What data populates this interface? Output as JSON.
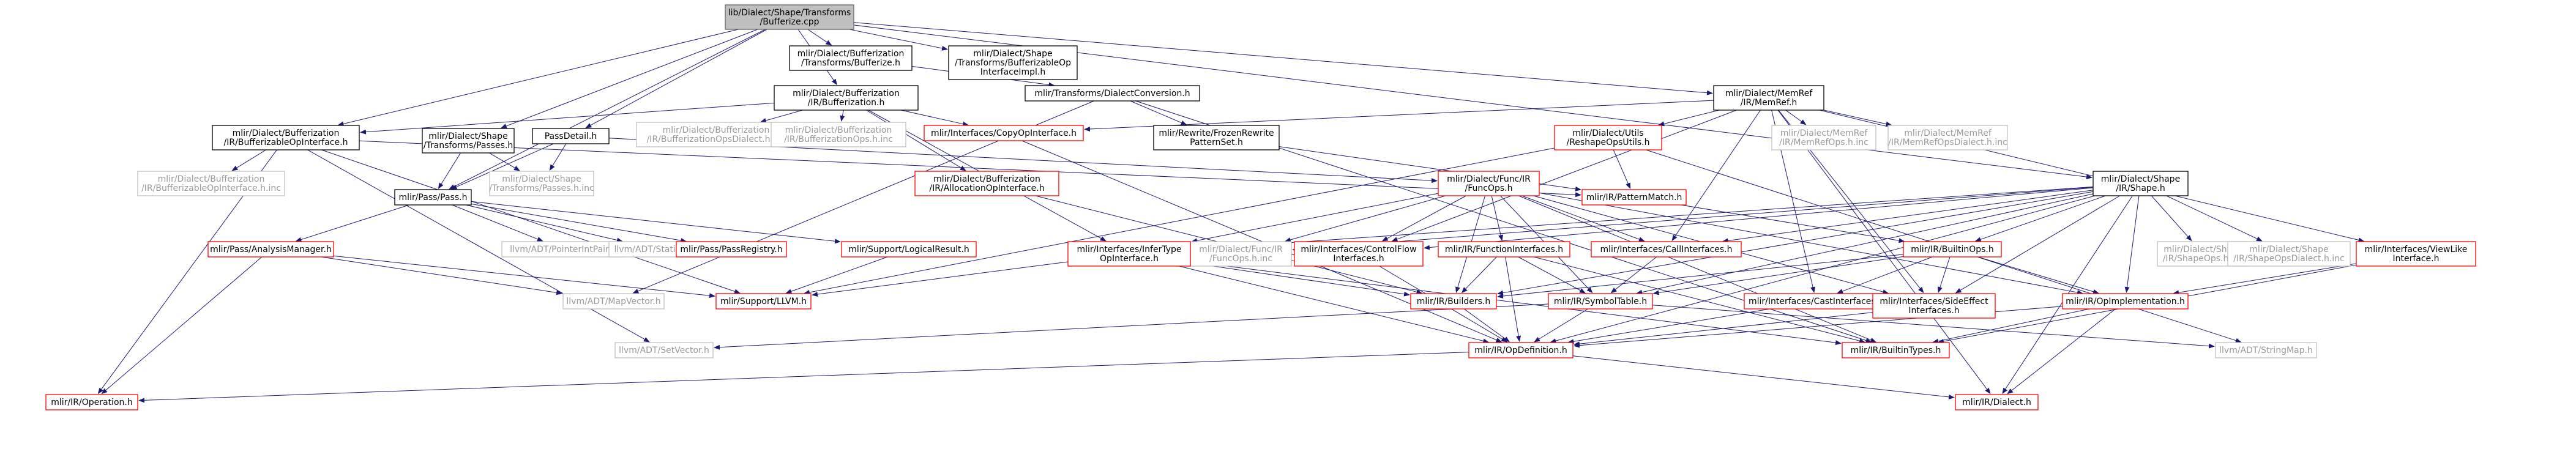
{
  "graph": {
    "nodes": [
      {
        "id": "root",
        "lines": [
          "lib/Dialect/Shape/Transforms",
          "/Bufferize.cpp"
        ],
        "color": "#666666",
        "fill": "#bfbfbf",
        "text": "#000000"
      },
      {
        "id": "n_bufopintf",
        "lines": [
          "mlir/Dialect/Bufferization",
          "/IR/BufferizableOpInterface.h"
        ],
        "color": "#000000",
        "fill": "#ffffff",
        "text": "#000000"
      },
      {
        "id": "n_shapepasses",
        "lines": [
          "mlir/Dialect/Shape",
          "/Transforms/Passes.h"
        ],
        "color": "#000000",
        "fill": "#ffffff",
        "text": "#000000"
      },
      {
        "id": "n_passdetail",
        "lines": [
          "PassDetail.h"
        ],
        "color": "#000000",
        "fill": "#ffffff",
        "text": "#000000"
      },
      {
        "id": "n_bufferization",
        "lines": [
          "mlir/Dialect/Bufferization",
          "/IR/Bufferization.h"
        ],
        "color": "#000000",
        "fill": "#ffffff",
        "text": "#000000"
      },
      {
        "id": "n_buftransbuf",
        "lines": [
          "mlir/Dialect/Bufferization",
          "/Transforms/Bufferize.h"
        ],
        "color": "#000000",
        "fill": "#ffffff",
        "text": "#000000"
      },
      {
        "id": "n_shapeimpl",
        "lines": [
          "mlir/Dialect/Shape",
          "/Transforms/BufferizableOp",
          "InterfaceImpl.h"
        ],
        "color": "#000000",
        "fill": "#ffffff",
        "text": "#000000"
      },
      {
        "id": "n_dialectconv",
        "lines": [
          "mlir/Transforms/DialectConversion.h"
        ],
        "color": "#000000",
        "fill": "#ffffff",
        "text": "#000000"
      },
      {
        "id": "n_memref",
        "lines": [
          "mlir/Dialect/MemRef",
          "/IR/MemRef.h"
        ],
        "color": "#000000",
        "fill": "#ffffff",
        "text": "#000000"
      },
      {
        "id": "n_shape",
        "lines": [
          "mlir/Dialect/Shape",
          "/IR/Shape.h"
        ],
        "color": "#000000",
        "fill": "#ffffff",
        "text": "#000000"
      },
      {
        "id": "n_bufopintf_inc",
        "lines": [
          "mlir/Dialect/Bufferization",
          "/IR/BufferizableOpInterface.h.inc"
        ],
        "color": "#bfbfbf",
        "fill": "#ffffff",
        "text": "#999999"
      },
      {
        "id": "n_passpass",
        "lines": [
          "mlir/Pass/Pass.h"
        ],
        "color": "#000000",
        "fill": "#ffffff",
        "text": "#000000"
      },
      {
        "id": "n_shapepasses_inc",
        "lines": [
          "mlir/Dialect/Shape",
          "/Transforms/Passes.h.inc"
        ],
        "color": "#bfbfbf",
        "fill": "#ffffff",
        "text": "#999999"
      },
      {
        "id": "n_bufdialect_inc",
        "lines": [
          "mlir/Dialect/Bufferization",
          "/IR/BufferizationOpsDialect.h.inc"
        ],
        "color": "#bfbfbf",
        "fill": "#ffffff",
        "text": "#999999"
      },
      {
        "id": "n_bufops_inc",
        "lines": [
          "mlir/Dialect/Bufferization",
          "/IR/BufferizationOps.h.inc"
        ],
        "color": "#bfbfbf",
        "fill": "#ffffff",
        "text": "#999999"
      },
      {
        "id": "n_copyop",
        "lines": [
          "mlir/Interfaces/CopyOpInterface.h"
        ],
        "color": "#ff0000",
        "fill": "#ffffff",
        "text": "#000000"
      },
      {
        "id": "n_frozen",
        "lines": [
          "mlir/Rewrite/FrozenRewrite",
          "PatternSet.h"
        ],
        "color": "#000000",
        "fill": "#ffffff",
        "text": "#000000"
      },
      {
        "id": "n_reshape",
        "lines": [
          "mlir/Dialect/Utils",
          "/ReshapeOpsUtils.h"
        ],
        "color": "#ff0000",
        "fill": "#ffffff",
        "text": "#000000"
      },
      {
        "id": "n_memrefops_inc",
        "lines": [
          "mlir/Dialect/MemRef",
          "/IR/MemRefOps.h.inc"
        ],
        "color": "#bfbfbf",
        "fill": "#ffffff",
        "text": "#999999"
      },
      {
        "id": "n_memrefdialect_inc",
        "lines": [
          "mlir/Dialect/MemRef",
          "/IR/MemRefOpsDialect.h.inc"
        ],
        "color": "#bfbfbf",
        "fill": "#ffffff",
        "text": "#999999"
      },
      {
        "id": "n_allocop",
        "lines": [
          "mlir/Dialect/Bufferization",
          "/IR/AllocationOpInterface.h"
        ],
        "color": "#ff0000",
        "fill": "#ffffff",
        "text": "#000000"
      },
      {
        "id": "n_patternmatch",
        "lines": [
          "mlir/IR/PatternMatch.h"
        ],
        "color": "#ff0000",
        "fill": "#ffffff",
        "text": "#000000"
      },
      {
        "id": "n_funcops",
        "lines": [
          "mlir/Dialect/Func/IR",
          "/FuncOps.h"
        ],
        "color": "#ff0000",
        "fill": "#ffffff",
        "text": "#000000"
      },
      {
        "id": "n_analysismgr",
        "lines": [
          "mlir/Pass/AnalysisManager.h"
        ],
        "color": "#ff0000",
        "fill": "#ffffff",
        "text": "#000000"
      },
      {
        "id": "n_pointerint",
        "lines": [
          "llvm/ADT/PointerIntPair.h"
        ],
        "color": "#bfbfbf",
        "fill": "#ffffff",
        "text": "#999999"
      },
      {
        "id": "n_statistic",
        "lines": [
          "llvm/ADT/Statistic.h"
        ],
        "color": "#bfbfbf",
        "fill": "#ffffff",
        "text": "#999999"
      },
      {
        "id": "n_passregistry",
        "lines": [
          "mlir/Pass/PassRegistry.h"
        ],
        "color": "#ff0000",
        "fill": "#ffffff",
        "text": "#000000"
      },
      {
        "id": "n_logicalresult",
        "lines": [
          "mlir/Support/LogicalResult.h"
        ],
        "color": "#ff0000",
        "fill": "#ffffff",
        "text": "#000000"
      },
      {
        "id": "n_funcops_inc",
        "lines": [
          "mlir/Dialect/Func/IR",
          "/FuncOps.h.inc"
        ],
        "color": "#bfbfbf",
        "fill": "#ffffff",
        "text": "#999999"
      },
      {
        "id": "n_infertype",
        "lines": [
          "mlir/Interfaces/InferType",
          "OpInterface.h"
        ],
        "color": "#ff0000",
        "fill": "#ffffff",
        "text": "#000000"
      },
      {
        "id": "n_controlflow",
        "lines": [
          "mlir/Interfaces/ControlFlow",
          "Interfaces.h"
        ],
        "color": "#ff0000",
        "fill": "#ffffff",
        "text": "#000000"
      },
      {
        "id": "n_funcintf",
        "lines": [
          "mlir/IR/FunctionInterfaces.h"
        ],
        "color": "#ff0000",
        "fill": "#ffffff",
        "text": "#000000"
      },
      {
        "id": "n_callintf",
        "lines": [
          "mlir/Interfaces/CallInterfaces.h"
        ],
        "color": "#ff0000",
        "fill": "#ffffff",
        "text": "#000000"
      },
      {
        "id": "n_builtinops",
        "lines": [
          "mlir/IR/BuiltinOps.h"
        ],
        "color": "#ff0000",
        "fill": "#ffffff",
        "text": "#000000"
      },
      {
        "id": "n_shapeops_inc",
        "lines": [
          "mlir/Dialect/Shape",
          "/IR/ShapeOps.h.inc"
        ],
        "color": "#bfbfbf",
        "fill": "#ffffff",
        "text": "#999999"
      },
      {
        "id": "n_shapedialect_inc",
        "lines": [
          "mlir/Dialect/Shape",
          "/IR/ShapeOpsDialect.h.inc"
        ],
        "color": "#bfbfbf",
        "fill": "#ffffff",
        "text": "#999999"
      },
      {
        "id": "n_viewlike",
        "lines": [
          "mlir/Interfaces/ViewLike",
          "Interface.h"
        ],
        "color": "#ff0000",
        "fill": "#ffffff",
        "text": "#000000"
      },
      {
        "id": "n_mapvector",
        "lines": [
          "llvm/ADT/MapVector.h"
        ],
        "color": "#bfbfbf",
        "fill": "#ffffff",
        "text": "#999999"
      },
      {
        "id": "n_llvm",
        "lines": [
          "mlir/Support/LLVM.h"
        ],
        "color": "#ff0000",
        "fill": "#ffffff",
        "text": "#000000"
      },
      {
        "id": "n_builders",
        "lines": [
          "mlir/IR/Builders.h"
        ],
        "color": "#ff0000",
        "fill": "#ffffff",
        "text": "#000000"
      },
      {
        "id": "n_symboltable",
        "lines": [
          "mlir/IR/SymbolTable.h"
        ],
        "color": "#ff0000",
        "fill": "#ffffff",
        "text": "#000000"
      },
      {
        "id": "n_castintf",
        "lines": [
          "mlir/Interfaces/CastInterfaces.h"
        ],
        "color": "#ff0000",
        "fill": "#ffffff",
        "text": "#000000"
      },
      {
        "id": "n_sideeffect",
        "lines": [
          "mlir/Interfaces/SideEffect",
          "Interfaces.h"
        ],
        "color": "#ff0000",
        "fill": "#ffffff",
        "text": "#000000"
      },
      {
        "id": "n_opimpl",
        "lines": [
          "mlir/IR/OpImplementation.h"
        ],
        "color": "#ff0000",
        "fill": "#ffffff",
        "text": "#000000"
      },
      {
        "id": "n_setvector",
        "lines": [
          "llvm/ADT/SetVector.h"
        ],
        "color": "#bfbfbf",
        "fill": "#ffffff",
        "text": "#999999"
      },
      {
        "id": "n_opdef",
        "lines": [
          "mlir/IR/OpDefinition.h"
        ],
        "color": "#ff0000",
        "fill": "#ffffff",
        "text": "#000000"
      },
      {
        "id": "n_builtintypes",
        "lines": [
          "mlir/IR/BuiltinTypes.h"
        ],
        "color": "#ff0000",
        "fill": "#ffffff",
        "text": "#000000"
      },
      {
        "id": "n_stringmap",
        "lines": [
          "llvm/ADT/StringMap.h"
        ],
        "color": "#bfbfbf",
        "fill": "#ffffff",
        "text": "#999999"
      },
      {
        "id": "n_operation",
        "lines": [
          "mlir/IR/Operation.h"
        ],
        "color": "#ff0000",
        "fill": "#ffffff",
        "text": "#000000"
      },
      {
        "id": "n_dialect",
        "lines": [
          "mlir/IR/Dialect.h"
        ],
        "color": "#ff0000",
        "fill": "#ffffff",
        "text": "#000000"
      }
    ],
    "edges": [
      [
        "root",
        "n_bufopintf"
      ],
      [
        "root",
        "n_shapepasses"
      ],
      [
        "root",
        "n_passdetail"
      ],
      [
        "root",
        "n_bufferization"
      ],
      [
        "root",
        "n_buftransbuf"
      ],
      [
        "root",
        "n_shapeimpl"
      ],
      [
        "root",
        "n_memref"
      ],
      [
        "root",
        "n_shape"
      ],
      [
        "root",
        "n_passpass"
      ],
      [
        "n_bufopintf",
        "n_bufopintf_inc"
      ],
      [
        "n_bufopintf",
        "n_operation"
      ],
      [
        "n_bufopintf",
        "n_llvm"
      ],
      [
        "n_bufopintf",
        "n_setvector"
      ],
      [
        "n_bufopintf",
        "n_patternmatch"
      ],
      [
        "n_shapepasses",
        "n_passpass"
      ],
      [
        "n_shapepasses",
        "n_shapepasses_inc"
      ],
      [
        "n_passdetail",
        "n_passpass"
      ],
      [
        "n_passdetail",
        "n_shapepasses_inc"
      ],
      [
        "n_passdetail",
        "n_funcops"
      ],
      [
        "n_bufferization",
        "n_bufopintf"
      ],
      [
        "n_bufferization",
        "n_bufdialect_inc"
      ],
      [
        "n_bufferization",
        "n_bufops_inc"
      ],
      [
        "n_bufferization",
        "n_copyop"
      ],
      [
        "n_bufferization",
        "n_allocop"
      ],
      [
        "n_bufferization",
        "n_infertype"
      ],
      [
        "n_buftransbuf",
        "n_dialectconv"
      ],
      [
        "n_dialectconv",
        "n_frozen"
      ],
      [
        "n_dialectconv",
        "n_mapvector"
      ],
      [
        "n_dialectconv",
        "n_builtintypes"
      ],
      [
        "n_memref",
        "n_copyop"
      ],
      [
        "n_memref",
        "n_reshape"
      ],
      [
        "n_memref",
        "n_memrefops_inc"
      ],
      [
        "n_memref",
        "n_memrefdialect_inc"
      ],
      [
        "n_memref",
        "n_controlflow"
      ],
      [
        "n_memref",
        "n_callintf"
      ],
      [
        "n_memref",
        "n_castintf"
      ],
      [
        "n_memref",
        "n_sideeffect"
      ],
      [
        "n_memref",
        "n_viewlike"
      ],
      [
        "n_memref",
        "n_dialect"
      ],
      [
        "n_shape",
        "n_funcops_inc"
      ],
      [
        "n_shape",
        "n_infertype"
      ],
      [
        "n_shape",
        "n_controlflow"
      ],
      [
        "n_shape",
        "n_builtinops"
      ],
      [
        "n_shape",
        "n_symboltable"
      ],
      [
        "n_shape",
        "n_shapeops_inc"
      ],
      [
        "n_shape",
        "n_shapedialect_inc"
      ],
      [
        "n_shape",
        "n_opimpl"
      ],
      [
        "n_shape",
        "n_sideeffect"
      ],
      [
        "n_shape",
        "n_builders"
      ],
      [
        "n_shape",
        "n_opdef"
      ],
      [
        "n_shape",
        "n_dialect"
      ],
      [
        "n_shape",
        "n_callintf"
      ],
      [
        "n_passpass",
        "n_analysismgr"
      ],
      [
        "n_passpass",
        "n_pointerint"
      ],
      [
        "n_passpass",
        "n_statistic"
      ],
      [
        "n_passpass",
        "n_passregistry"
      ],
      [
        "n_passpass",
        "n_logicalresult"
      ],
      [
        "n_analysismgr",
        "n_mapvector"
      ],
      [
        "n_analysismgr",
        "n_operation"
      ],
      [
        "n_analysismgr",
        "n_llvm"
      ],
      [
        "n_logicalresult",
        "n_llvm"
      ],
      [
        "n_copyop",
        "n_opdef"
      ],
      [
        "n_frozen",
        "n_patternmatch"
      ],
      [
        "n_reshape",
        "n_patternmatch"
      ],
      [
        "n_reshape",
        "n_llvm"
      ],
      [
        "n_reshape",
        "n_stringmap"
      ],
      [
        "n_allocop",
        "n_builders"
      ],
      [
        "n_patternmatch",
        "n_builtinops"
      ],
      [
        "n_funcops",
        "n_funcops_inc"
      ],
      [
        "n_funcops",
        "n_infertype"
      ],
      [
        "n_funcops",
        "n_controlflow"
      ],
      [
        "n_funcops",
        "n_funcintf"
      ],
      [
        "n_funcops",
        "n_callintf"
      ],
      [
        "n_funcops",
        "n_builders"
      ],
      [
        "n_funcops",
        "n_symboltable"
      ],
      [
        "n_funcops",
        "n_opimpl"
      ],
      [
        "n_funcops",
        "n_builtintypes"
      ],
      [
        "n_funcops",
        "n_sideeffect"
      ],
      [
        "n_infertype",
        "n_builders"
      ],
      [
        "n_infertype",
        "n_opdef"
      ],
      [
        "n_infertype",
        "n_builtintypes"
      ],
      [
        "n_infertype",
        "n_llvm"
      ],
      [
        "n_controlflow",
        "n_opdef"
      ],
      [
        "n_funcintf",
        "n_builders"
      ],
      [
        "n_funcintf",
        "n_symboltable"
      ],
      [
        "n_funcintf",
        "n_opdef"
      ],
      [
        "n_funcintf",
        "n_builtintypes"
      ],
      [
        "n_callintf",
        "n_symboltable"
      ],
      [
        "n_builtinops",
        "n_castintf"
      ],
      [
        "n_builtinops",
        "n_sideeffect"
      ],
      [
        "n_builtinops",
        "n_symboltable"
      ],
      [
        "n_builtinops",
        "n_opimpl"
      ],
      [
        "n_builtinops",
        "n_builders"
      ],
      [
        "n_viewlike",
        "n_opimpl"
      ],
      [
        "n_viewlike",
        "n_builtintypes"
      ],
      [
        "n_builders",
        "n_opdef"
      ],
      [
        "n_symboltable",
        "n_opdef"
      ],
      [
        "n_symboltable",
        "n_setvector"
      ],
      [
        "n_symboltable",
        "n_stringmap"
      ],
      [
        "n_castintf",
        "n_opdef"
      ],
      [
        "n_sideeffect",
        "n_opdef"
      ],
      [
        "n_opimpl",
        "n_builtintypes"
      ],
      [
        "n_opimpl",
        "n_opdef"
      ],
      [
        "n_opimpl",
        "n_dialect"
      ],
      [
        "n_opdef",
        "n_operation"
      ],
      [
        "n_opdef",
        "n_dialect"
      ]
    ]
  }
}
